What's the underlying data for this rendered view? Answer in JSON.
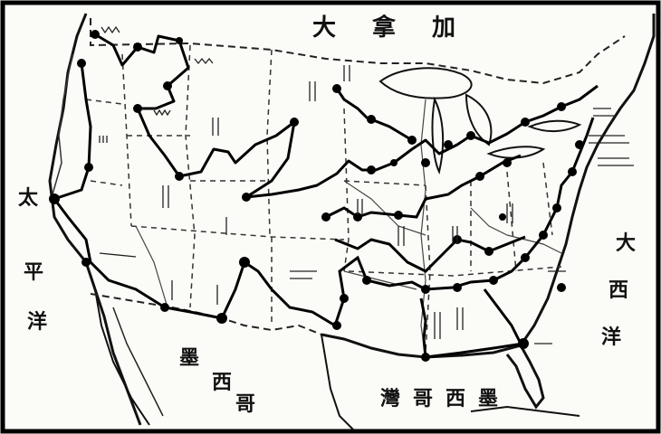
{
  "map": {
    "north_label": "大拿加",
    "west_ocean_a": "太",
    "west_ocean_b": "平",
    "west_ocean_c": "洋",
    "east_ocean_a": "大",
    "east_ocean_b": "西",
    "east_ocean_c": "洋",
    "south_land_a": "墨",
    "south_land_b": "西",
    "south_land_c": "哥",
    "gulf_label": "灣哥西墨"
  },
  "colors": {
    "ink": "#111111",
    "paper": "#fbfbf8",
    "border": "#000000"
  }
}
